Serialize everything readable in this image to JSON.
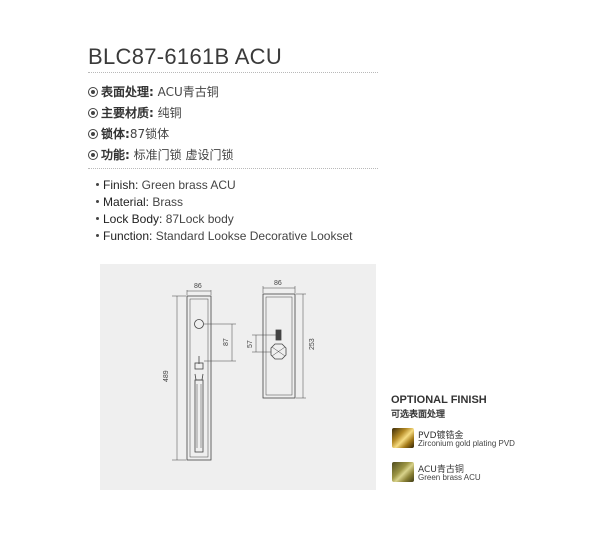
{
  "product": {
    "model": "BLC87-6161B ACU"
  },
  "specs_cn": [
    {
      "icon": "finish-icon",
      "label": "表面处理:",
      "value": " ACU青古铜"
    },
    {
      "icon": "material-icon",
      "label": "主要材质:",
      "value": " 纯铜"
    },
    {
      "icon": "lock-body-icon",
      "label": "锁体:",
      "value": "87锁体"
    },
    {
      "icon": "function-icon",
      "label": "功能:",
      "value": " 标准门锁  虚设门锁"
    }
  ],
  "specs_en": [
    {
      "label": "Finish:",
      "value": " Green brass ACU"
    },
    {
      "label": "Material:",
      "value": " Brass"
    },
    {
      "label": "Lock Body:",
      "value": " 87Lock body"
    },
    {
      "label": "Function:",
      "value": " Standard Lookse  Decorative Lookset"
    }
  ],
  "drawing": {
    "left_plate": {
      "width_label": "86",
      "height_label": "489",
      "backset_label": "87"
    },
    "right_plate": {
      "width_label": "86",
      "height_label": "253",
      "offset_label": "57"
    }
  },
  "optional_finish": {
    "title": "OPTIONAL FINISH",
    "subtitle": "可选表面处理",
    "options": [
      {
        "name": "PVD镀锆金",
        "description": "Zirconium gold plating PVD",
        "color": "#c9a03a"
      },
      {
        "name": "ACU青古铜",
        "description": "Green brass ACU",
        "color": "#9a9342"
      }
    ]
  }
}
